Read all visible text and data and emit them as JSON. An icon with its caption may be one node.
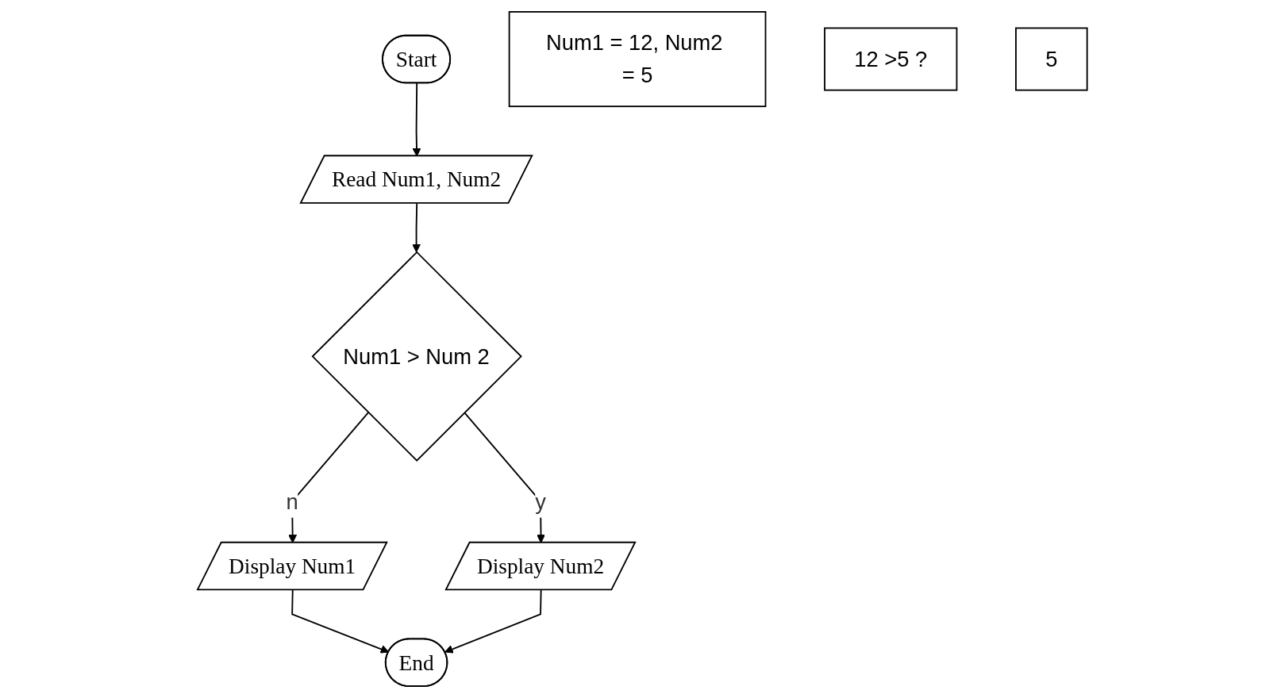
{
  "diagram": {
    "nodes": [
      {
        "text": [
          "Start"
        ]
      },
      {
        "text": [
          "Num1 = 12, Num2 = 5"
        ]
      },
      {
        "text": [
          "Read Num1, Num2"
        ]
      },
      {
        "text": [
          "12 >5 ?"
        ]
      },
      {
        "text": [
          "Num1 > Num 2"
        ]
      },
      {
        "text": [
          "5"
        ]
      },
      {
        "text": [
          "Display Num1"
        ]
      },
      {
        "text": [
          "Display Num2"
        ]
      },
      {
        "text": [
          "End"
        ]
      }
    ],
    "edges": [
      {
        "from": 0,
        "to": 2,
        "arrow": "to"
      },
      {
        "from": 2,
        "to": 4,
        "arrow": "to"
      },
      {
        "from": 4,
        "to": 6,
        "arrow": "to",
        "label": "n"
      },
      {
        "from": 4,
        "to": 7,
        "arrow": "to",
        "label": "y"
      },
      {
        "from": 6,
        "to": 8,
        "arrow": "to"
      },
      {
        "from": 7,
        "to": 8,
        "arrow": "to"
      }
    ]
  }
}
